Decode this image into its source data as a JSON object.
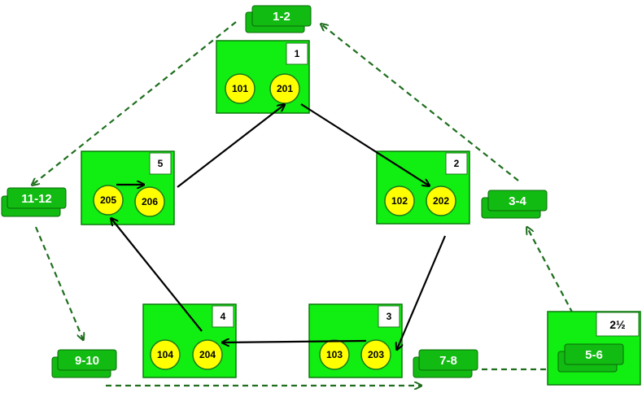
{
  "boxes": [
    {
      "id": "box-1",
      "number": "1",
      "circles": [
        "101",
        "201"
      ]
    },
    {
      "id": "box-2",
      "number": "2",
      "circles": [
        "102",
        "202"
      ]
    },
    {
      "id": "box-3",
      "number": "3",
      "circles": [
        "103",
        "203"
      ]
    },
    {
      "id": "box-4",
      "number": "4",
      "circles": [
        "104",
        "204"
      ]
    },
    {
      "id": "box-5",
      "number": "5",
      "circles": [
        "205",
        "206"
      ]
    },
    {
      "id": "box-2-5",
      "number": "2½",
      "circles": []
    }
  ],
  "tags": [
    "1-2",
    "3-4",
    "5-6",
    "7-8",
    "9-10",
    "11-12"
  ],
  "colors": {
    "box_fill": "#11ee11",
    "tag_fill": "#11bb11",
    "circle_fill": "#ffff00",
    "solid_arrow": "#000000",
    "dashed_arrow": "#1e6e1e"
  }
}
